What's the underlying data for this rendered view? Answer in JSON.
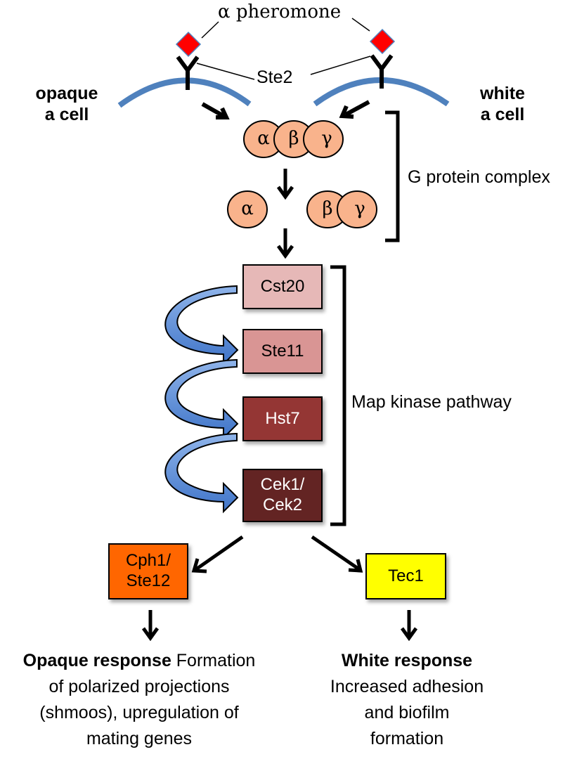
{
  "figure": {
    "type": "signaling-pathway",
    "colors": {
      "membrane": "#4f81bd",
      "pheromone": "#ff0000",
      "pheromone_border": "#4f81bd",
      "g_protein": "#f9b38c",
      "kinase_arrow": "#5b8fd6",
      "cst20": "#e6b8b7",
      "ste11": "#d99594",
      "hst7": "#943634",
      "cek": "#632423",
      "cph1": "#ff6600",
      "tec1": "#ffff00"
    }
  },
  "labels": {
    "pheromone": "α pheromone",
    "receptor": "Ste2",
    "opaque_cell_line1": "opaque",
    "opaque_cell_line2": "a cell",
    "white_cell_line1": "white",
    "white_cell_line2": "a cell",
    "g_protein_complex": "G protein complex",
    "map_kinase_pathway": "Map kinase pathway"
  },
  "g_protein": {
    "trimer": [
      "α",
      "β",
      "γ"
    ],
    "alpha_free": "α",
    "beta_gamma": [
      "β",
      "γ"
    ]
  },
  "kinases": [
    {
      "name": "Cst20",
      "line1": "Cst20",
      "line2": ""
    },
    {
      "name": "Ste11",
      "line1": "Ste11",
      "line2": ""
    },
    {
      "name": "Hst7",
      "line1": "Hst7",
      "line2": ""
    },
    {
      "name": "Cek1/Cek2",
      "line1": "Cek1/",
      "line2": "Cek2"
    }
  ],
  "transcription_factors": {
    "opaque": {
      "line1": "Cph1/",
      "line2": "Ste12"
    },
    "white": {
      "line1": "Tec1"
    }
  },
  "responses": {
    "opaque": {
      "title": "Opaque response",
      "line1_rest": " Formation",
      "line2": "of polarized projections",
      "line3": "(shmoos), upregulation of",
      "line4": "mating genes"
    },
    "white": {
      "title": "White response",
      "line2": "Increased adhesion",
      "line3": "and biofilm",
      "line4": "formation"
    }
  }
}
